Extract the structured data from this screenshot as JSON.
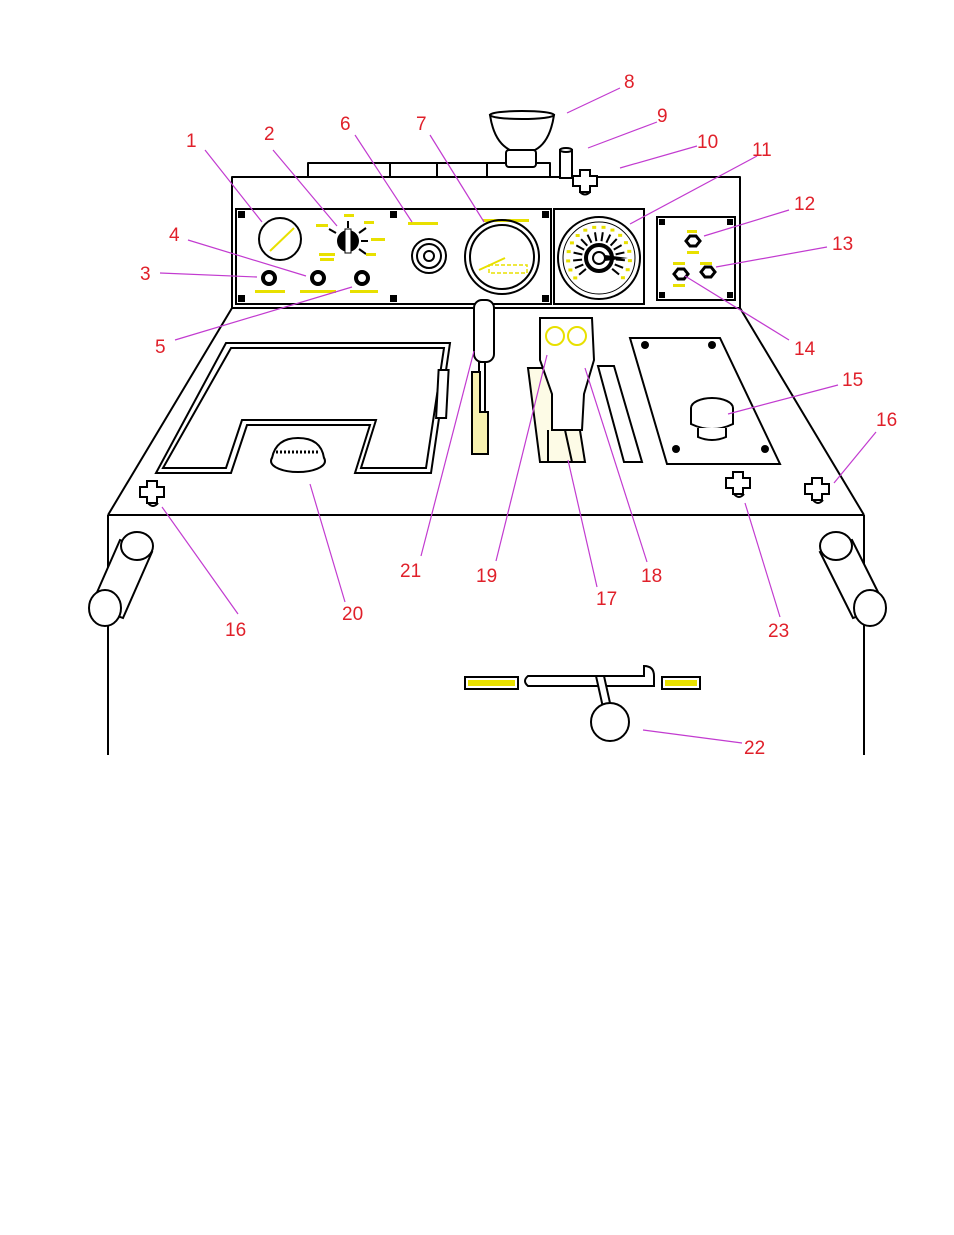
{
  "colors": {
    "callout": "#e0202a",
    "leader": "#c23bd0",
    "panel_label": "#e8e000",
    "outline": "#000000",
    "background": "#ffffff"
  },
  "callouts": {
    "c1": "1",
    "c2": "2",
    "c3": "3",
    "c4": "4",
    "c5": "5",
    "c6": "6",
    "c7": "7",
    "c8": "8",
    "c9": "9",
    "c10": "10",
    "c11": "11",
    "c12": "12",
    "c13": "13",
    "c14": "14",
    "c15": "15",
    "c16a": "16",
    "c16b": "16",
    "c17": "17",
    "c18": "18",
    "c19": "19",
    "c20": "20",
    "c21": "21",
    "c22": "22",
    "c23": "23"
  },
  "component_icons": {
    "gauge": "gauge-icon",
    "rotary_switch": "rotary-switch-icon",
    "indicator_light": "indicator-light-icon",
    "throttle_knob": "knob-icon",
    "tachometer": "tachometer-icon",
    "bolt_plug": "cross-plug-icon",
    "lever": "lever-icon",
    "handle": "handle-icon"
  }
}
